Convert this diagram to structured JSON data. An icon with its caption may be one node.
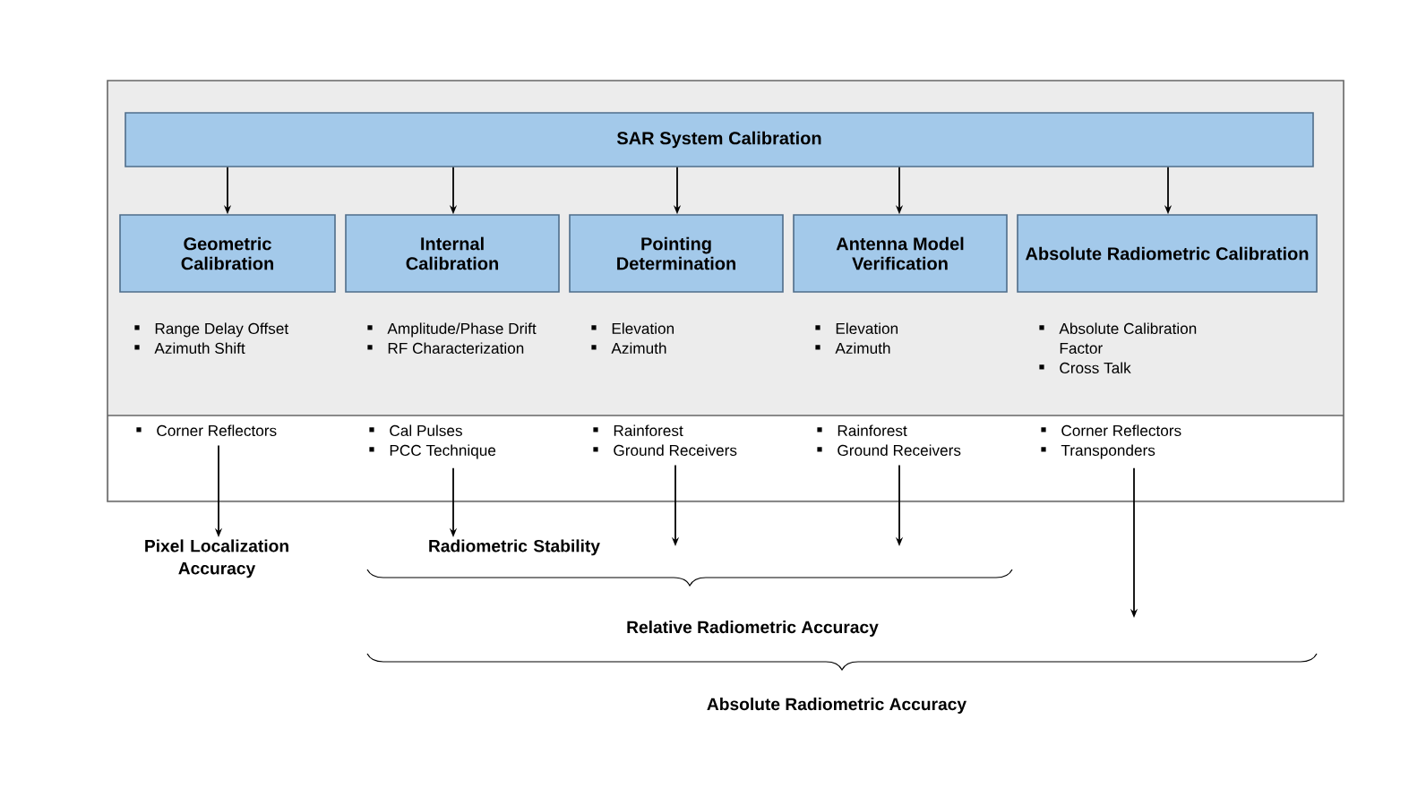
{
  "diagram": {
    "nodes": [
      {
        "text": [
          "SAR System Calibration"
        ]
      },
      {
        "text": [
          "Geometric Calibration"
        ],
        "beside": [
          "Range Delay Offset",
          "Azimuth Shift"
        ]
      },
      {
        "text": [
          "Internal Calibration"
        ],
        "beside": [
          "Amplitude/Phase Drift",
          "RF Characterization"
        ]
      },
      {
        "text": [
          "Pointing Determination"
        ],
        "beside": [
          "Elevation",
          "Azimuth"
        ]
      },
      {
        "text": [
          "Antenna Model Verification"
        ],
        "beside": [
          "Elevation",
          "Azimuth"
        ]
      },
      {
        "text": [
          "Absolute Radiometric Calibration"
        ],
        "beside": [
          "Absolute Calibration Factor",
          "Cross Talk"
        ]
      },
      {
        "text": [
          "Corner Reflectors"
        ]
      },
      {
        "text": [
          "Cal Pulses",
          "PCC Technique"
        ]
      },
      {
        "text": [
          "Rainforest",
          "Ground Receivers"
        ]
      },
      {
        "text": [
          "Rainforest",
          "Ground Receivers"
        ]
      },
      {
        "text": [
          "Corner Reflectors",
          "Transponders"
        ]
      },
      {
        "text": [
          "Pixel Localization Accuracy"
        ]
      },
      {
        "text": [
          "Radiometric Stability"
        ]
      }
    ],
    "edges": [
      {
        "from": 0,
        "to": 1,
        "arrow": "to"
      },
      {
        "from": 0,
        "to": 2,
        "arrow": "to"
      },
      {
        "from": 0,
        "to": 3,
        "arrow": "to"
      },
      {
        "from": 0,
        "to": 4,
        "arrow": "to"
      },
      {
        "from": 0,
        "to": 5,
        "arrow": "to"
      },
      {
        "from": 6,
        "to": 11,
        "arrow": "to"
      },
      {
        "from": 7,
        "to": 12,
        "arrow": "to"
      },
      {
        "from": 8,
        "to": null,
        "arrow": "to"
      },
      {
        "from": 9,
        "to": null,
        "arrow": "to"
      },
      {
        "from": 10,
        "to": null,
        "arrow": "to"
      }
    ],
    "labels": [
      "Relative Radiometric Accuracy",
      "Absolute Radiometric Accuracy"
    ]
  }
}
